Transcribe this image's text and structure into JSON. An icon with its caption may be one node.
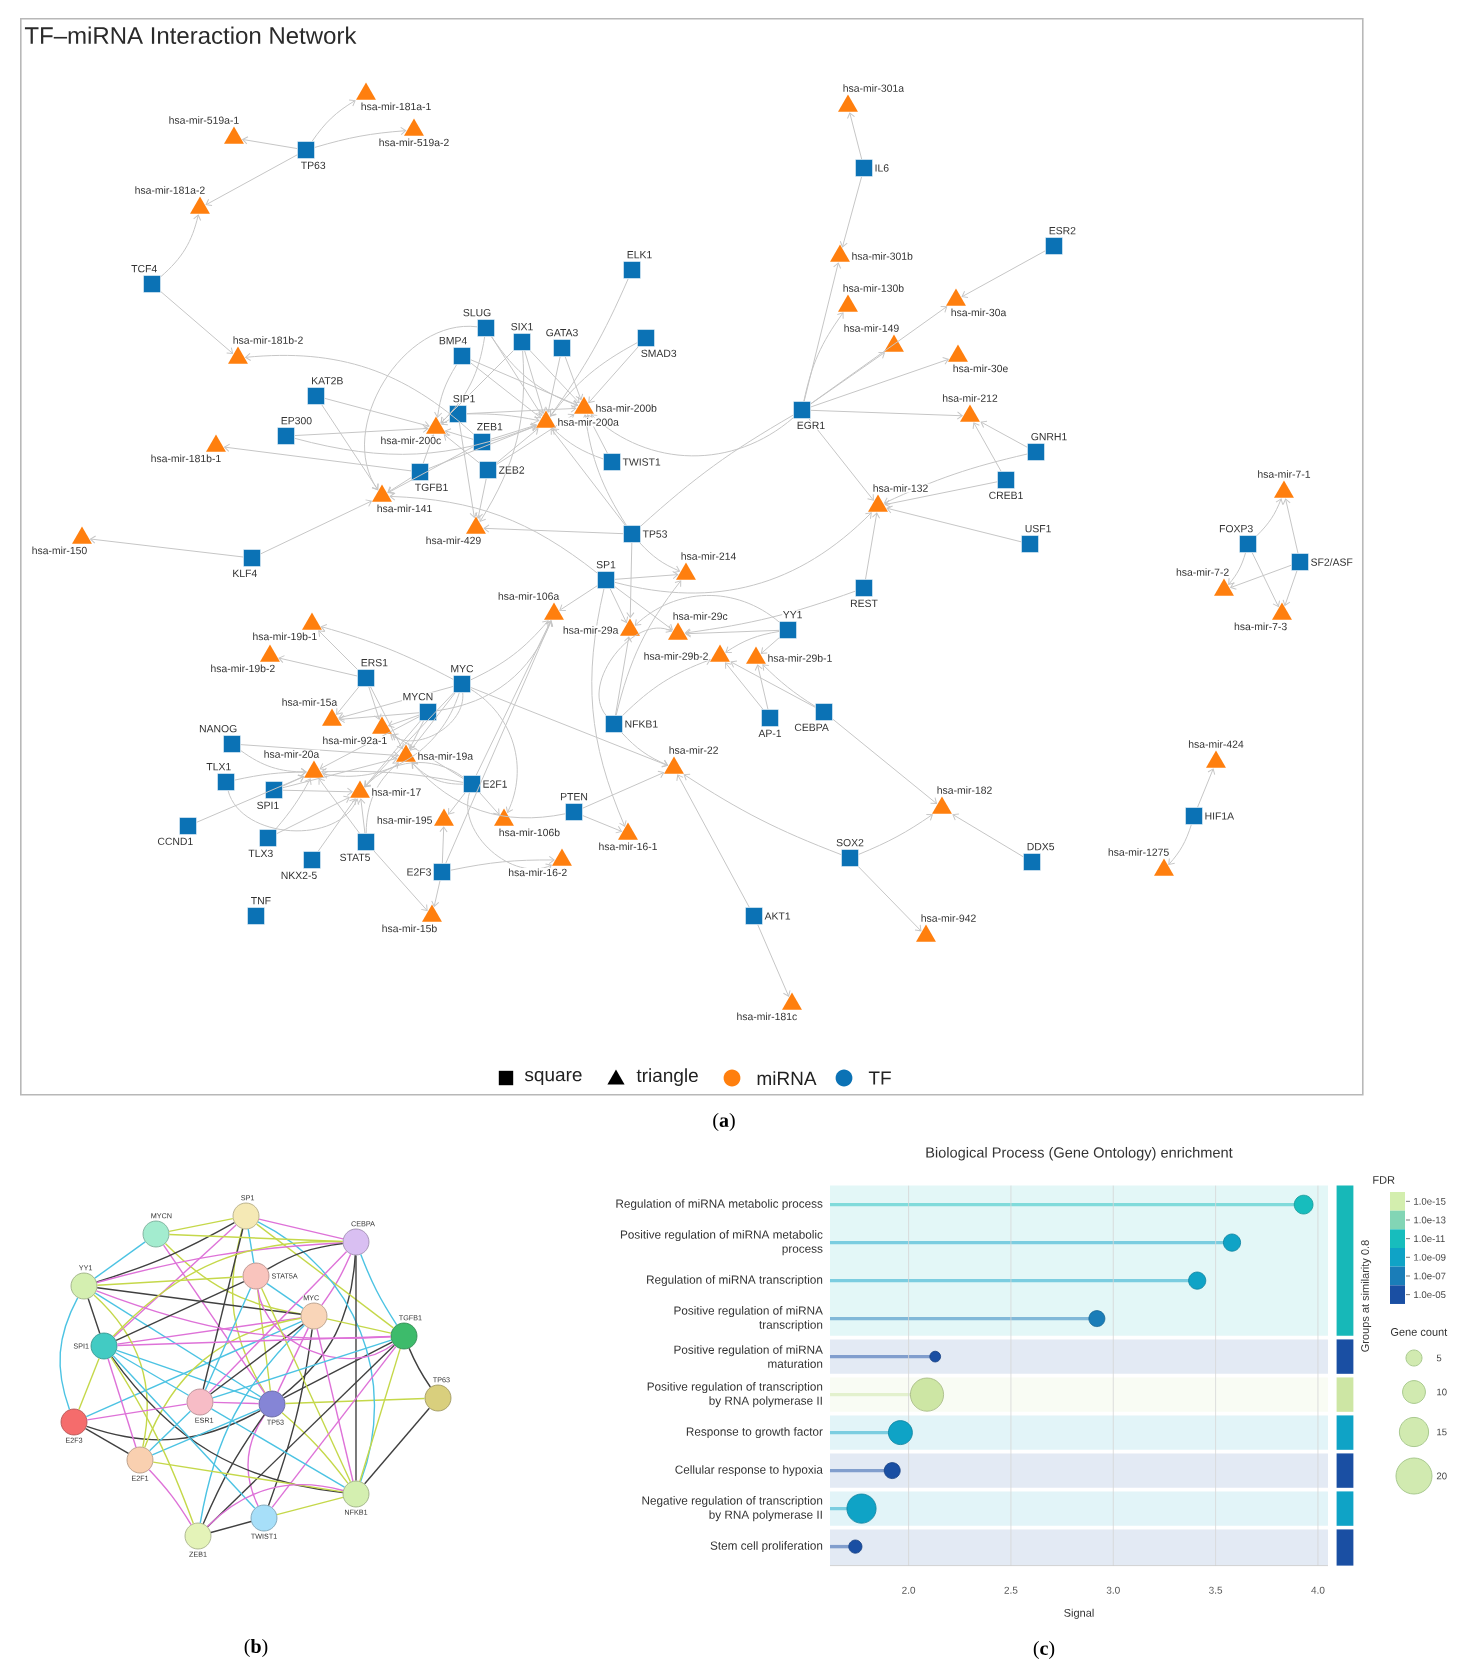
{
  "diagram": {
    "nodes": [
      {
        "text": [
          "TF–miRNA Interaction Network"
        ]
      },
      {
        "text": [
          "hsa-mir-181a-1"
        ],
        "in": 0
      },
      {
        "text": [
          "hsa-mir-519a-1"
        ],
        "in": 0
      },
      {
        "text": [
          "hsa-mir-519a-2"
        ],
        "in": 0
      },
      {
        "text": [
          "TP63"
        ],
        "in": 0
      },
      {
        "text": [
          "hsa-mir-301a"
        ],
        "in": 0
      },
      {
        "text": [
          "hsa-mir-181a-2"
        ],
        "in": 0
      },
      {
        "text": [
          "IL6"
        ],
        "in": 0
      },
      {
        "text": [
          "ESR2"
        ],
        "in": 0
      },
      {
        "text": [
          "hsa-mir-301b"
        ],
        "in": 0
      },
      {
        "text": [
          "TCF4"
        ],
        "in": 0
      },
      {
        "text": [
          "ELK1"
        ],
        "in": 0
      },
      {
        "text": [
          "hsa-mir-130b"
        ],
        "in": 0
      },
      {
        "text": [
          "hsa-mir-30a"
        ],
        "in": 0
      },
      {
        "text": [
          "SLUG"
        ],
        "in": 0
      },
      {
        "text": [
          "SMAD3"
        ],
        "in": 0
      },
      {
        "text": [
          "SIX1"
        ],
        "in": 0
      },
      {
        "text": [
          "BMP4"
        ],
        "in": 0
      },
      {
        "text": [
          "GATA3"
        ],
        "in": 0
      },
      {
        "text": [
          "hsa-mir-149"
        ],
        "in": 0
      },
      {
        "text": [
          "hsa-mir-30e"
        ],
        "in": 0
      },
      {
        "text": [
          "hsa-mir-181b-2"
        ],
        "in": 0
      },
      {
        "text": [
          "KAT2B"
        ],
        "in": 0
      },
      {
        "text": [
          "hsa-mir-200b"
        ],
        "in": 0
      },
      {
        "text": [
          "EGR1"
        ],
        "in": 0
      },
      {
        "text": [
          "SIP1"
        ],
        "in": 0
      },
      {
        "text": [
          "hsa-mir-212"
        ],
        "in": 0
      },
      {
        "text": [
          "hsa-mir-200a"
        ],
        "in": 0
      },
      {
        "text": [
          "hsa-mir-200c"
        ],
        "in": 0
      },
      {
        "text": [
          "EP300"
        ],
        "in": 0
      },
      {
        "text": [
          "GNRH1"
        ],
        "in": 0
      },
      {
        "text": [
          "ZEB1"
        ],
        "in": 0
      },
      {
        "text": [
          "hsa-mir-181b-1"
        ],
        "in": 0
      },
      {
        "text": [
          "TWIST1"
        ],
        "in": 0
      },
      {
        "text": [
          "TGFB1"
        ],
        "in": 0
      },
      {
        "text": [
          "ZEB2"
        ],
        "in": 0
      },
      {
        "text": [
          "CREB1"
        ],
        "in": 0
      },
      {
        "text": [
          "hsa-mir-141"
        ],
        "in": 0
      },
      {
        "text": [
          "hsa-mir-7-1"
        ],
        "in": 0
      },
      {
        "text": [
          "hsa-mir-132"
        ],
        "in": 0
      },
      {
        "text": [
          "hsa-mir-429"
        ],
        "in": 0
      },
      {
        "text": [
          "TP53"
        ],
        "in": 0
      },
      {
        "text": [
          "hsa-mir-150"
        ],
        "in": 0
      },
      {
        "text": [
          "FOXP3"
        ],
        "in": 0
      },
      {
        "text": [
          "USF1"
        ],
        "in": 0
      },
      {
        "text": [
          "KLF4"
        ],
        "in": 0
      },
      {
        "text": [
          "SF2/ASF"
        ],
        "in": 0
      },
      {
        "text": [
          "hsa-mir-214"
        ],
        "in": 0
      },
      {
        "text": [
          "SP1"
        ],
        "in": 0
      },
      {
        "text": [
          "REST"
        ],
        "in": 0
      },
      {
        "text": [
          "hsa-mir-7-2"
        ],
        "in": 0
      },
      {
        "text": [
          "hsa-mir-106a"
        ],
        "in": 0
      },
      {
        "text": [
          "hsa-mir-7-3"
        ],
        "in": 0
      },
      {
        "text": [
          "hsa-mir-19b-1"
        ],
        "in": 0
      },
      {
        "text": [
          "hsa-mir-29a"
        ],
        "in": 0
      },
      {
        "text": [
          "YY1"
        ],
        "in": 0
      },
      {
        "text": [
          "hsa-mir-29c"
        ],
        "in": 0
      },
      {
        "text": [
          "hsa-mir-29b-2"
        ],
        "in": 0
      },
      {
        "text": [
          "hsa-mir-29b-1"
        ],
        "in": 0
      },
      {
        "text": [
          "hsa-mir-19b-2"
        ],
        "in": 0
      },
      {
        "text": [
          "ERS1"
        ],
        "in": 0
      },
      {
        "text": [
          "MYC"
        ],
        "in": 0
      },
      {
        "text": [
          "MYCN"
        ],
        "in": 0
      },
      {
        "text": [
          "CEBPA"
        ],
        "in": 0
      },
      {
        "text": [
          "AP-1"
        ],
        "in": 0
      },
      {
        "text": [
          "hsa-mir-15a"
        ],
        "in": 0
      },
      {
        "text": [
          "hsa-mir-92a-1"
        ],
        "in": 0
      },
      {
        "text": [
          "NFKB1"
        ],
        "in": 0
      },
      {
        "text": [
          "NANOG"
        ],
        "in": 0
      },
      {
        "text": [
          "hsa-mir-19a"
        ],
        "in": 0
      },
      {
        "text": [
          "hsa-mir-424"
        ],
        "in": 0
      },
      {
        "text": [
          "hsa-mir-20a"
        ],
        "in": 0
      },
      {
        "text": [
          "hsa-mir-22"
        ],
        "in": 0
      },
      {
        "text": [
          "TLX1"
        ],
        "in": 0
      },
      {
        "text": [
          "E2F1"
        ],
        "in": 0
      },
      {
        "text": [
          "SPI1"
        ],
        "in": 0
      },
      {
        "text": [
          "hsa-mir-17"
        ],
        "in": 0
      },
      {
        "text": [
          "hsa-mir-182"
        ],
        "in": 0
      },
      {
        "text": [
          "PTEN"
        ],
        "in": 0
      },
      {
        "text": [
          "HIF1A"
        ],
        "in": 0
      },
      {
        "text": [
          "hsa-mir-195"
        ],
        "in": 0
      },
      {
        "text": [
          "hsa-mir-106b"
        ],
        "in": 0
      },
      {
        "text": [
          "CCND1"
        ],
        "in": 0
      },
      {
        "text": [
          "TLX3"
        ],
        "in": 0
      },
      {
        "text": [
          "hsa-mir-16-1"
        ],
        "in": 0
      },
      {
        "text": [
          "STAT5"
        ],
        "in": 0
      },
      {
        "text": [
          "hsa-mir-1275"
        ],
        "in": 0
      },
      {
        "text": [
          "DDX5"
        ],
        "in": 0
      },
      {
        "text": [
          "SOX2"
        ],
        "in": 0
      },
      {
        "text": [
          "hsa-mir-16-2"
        ],
        "in": 0
      },
      {
        "text": [
          "E2F3"
        ],
        "in": 0
      },
      {
        "text": [
          "NKX2-5"
        ],
        "in": 0
      },
      {
        "text": [
          "TNF"
        ],
        "in": 0
      },
      {
        "text": [
          "hsa-mir-15b"
        ],
        "in": 0
      },
      {
        "text": [
          "AKT1"
        ],
        "in": 0
      },
      {
        "text": [
          "hsa-mir-942"
        ],
        "in": 0
      },
      {
        "text": [
          "hsa-mir-181c"
        ],
        "in": 0
      },
      {
        "text": [
          "SP1"
        ]
      },
      {
        "text": [
          "MYCN"
        ]
      },
      {
        "text": [
          "CEBPA"
        ]
      },
      {
        "text": [
          "YY1"
        ]
      },
      {
        "text": [
          "STAT5A"
        ]
      },
      {
        "text": [
          "MYC"
        ]
      },
      {
        "text": [
          "TGFB1"
        ]
      },
      {
        "text": [
          "SPI1"
        ]
      },
      {
        "text": [
          "TP63"
        ]
      },
      {
        "text": [
          "ESR1"
        ]
      },
      {
        "text": [
          "TP53"
        ]
      },
      {
        "text": [
          "E2F3"
        ]
      },
      {
        "text": [
          "E2F1"
        ]
      },
      {
        "text": [
          "NFKB1"
        ]
      },
      {
        "text": [
          "TWIST1"
        ]
      },
      {
        "text": [
          "ZEB1"
        ]
      }
    ],
    "edges": [
      {
        "from": 4,
        "to": 1,
        "arrow": "to"
      },
      {
        "from": 4,
        "to": 2,
        "arrow": "to"
      },
      {
        "from": 4,
        "to": 3,
        "arrow": "to"
      },
      {
        "from": 4,
        "to": 6,
        "arrow": "to"
      },
      {
        "from": 10,
        "to": 6,
        "arrow": "to"
      },
      {
        "from": 10,
        "to": 21,
        "arrow": "to"
      },
      {
        "from": 7,
        "to": 5,
        "arrow": "to"
      },
      {
        "from": 7,
        "to": 9,
        "arrow": "to"
      },
      {
        "from": 8,
        "to": 13,
        "arrow": "to"
      },
      {
        "from": 24,
        "to": 9,
        "arrow": "to"
      },
      {
        "from": 24,
        "to": 12,
        "arrow": "to"
      },
      {
        "from": 24,
        "to": 19,
        "arrow": "to"
      },
      {
        "from": 24,
        "to": 13,
        "arrow": "to"
      },
      {
        "from": 24,
        "to": 20,
        "arrow": "to"
      },
      {
        "from": 24,
        "to": 26,
        "arrow": "to"
      },
      {
        "from": 24,
        "to": 39,
        "arrow": "to"
      },
      {
        "from": 24,
        "to": 23,
        "arrow": "to"
      },
      {
        "from": 24,
        "to": 41,
        "arrow": "none"
      },
      {
        "from": 30,
        "to": 26,
        "arrow": "to"
      },
      {
        "from": 30,
        "to": 39,
        "arrow": "to"
      },
      {
        "from": 36,
        "to": 26,
        "arrow": "to"
      },
      {
        "from": 36,
        "to": 39,
        "arrow": "to"
      },
      {
        "from": 44,
        "to": 39,
        "arrow": "to"
      },
      {
        "from": 49,
        "to": 39,
        "arrow": "to"
      },
      {
        "from": 49,
        "to": 56,
        "arrow": "to"
      },
      {
        "from": 48,
        "to": 39,
        "arrow": "to"
      },
      {
        "from": 11,
        "to": 27,
        "arrow": "to"
      },
      {
        "from": 15,
        "to": 27,
        "arrow": "to"
      },
      {
        "from": 15,
        "to": 23,
        "arrow": "to"
      },
      {
        "from": 18,
        "to": 27,
        "arrow": "to"
      },
      {
        "from": 18,
        "to": 23,
        "arrow": "to"
      },
      {
        "from": 16,
        "to": 23,
        "arrow": "to"
      },
      {
        "from": 16,
        "to": 27,
        "arrow": "to"
      },
      {
        "from": 16,
        "to": 28,
        "arrow": "to"
      },
      {
        "from": 16,
        "to": 40,
        "arrow": "to"
      },
      {
        "from": 14,
        "to": 28,
        "arrow": "to"
      },
      {
        "from": 14,
        "to": 27,
        "arrow": "to"
      },
      {
        "from": 14,
        "to": 23,
        "arrow": "to"
      },
      {
        "from": 14,
        "to": 37,
        "arrow": "to"
      },
      {
        "from": 17,
        "to": 27,
        "arrow": "to"
      },
      {
        "from": 17,
        "to": 23,
        "arrow": "to"
      },
      {
        "from": 17,
        "to": 28,
        "arrow": "to"
      },
      {
        "from": 25,
        "to": 28,
        "arrow": "to"
      },
      {
        "from": 25,
        "to": 27,
        "arrow": "to"
      },
      {
        "from": 25,
        "to": 23,
        "arrow": "to"
      },
      {
        "from": 25,
        "to": 40,
        "arrow": "to"
      },
      {
        "from": 31,
        "to": 28,
        "arrow": "to"
      },
      {
        "from": 31,
        "to": 27,
        "arrow": "to"
      },
      {
        "from": 31,
        "to": 37,
        "arrow": "to"
      },
      {
        "from": 31,
        "to": 21,
        "arrow": "to"
      },
      {
        "from": 35,
        "to": 28,
        "arrow": "to"
      },
      {
        "from": 35,
        "to": 27,
        "arrow": "to"
      },
      {
        "from": 35,
        "to": 23,
        "arrow": "to"
      },
      {
        "from": 35,
        "to": 40,
        "arrow": "to"
      },
      {
        "from": 34,
        "to": 28,
        "arrow": "to"
      },
      {
        "from": 34,
        "to": 27,
        "arrow": "to"
      },
      {
        "from": 34,
        "to": 37,
        "arrow": "to"
      },
      {
        "from": 34,
        "to": 32,
        "arrow": "to"
      },
      {
        "from": 33,
        "to": 27,
        "arrow": "to"
      },
      {
        "from": 33,
        "to": 23,
        "arrow": "to"
      },
      {
        "from": 22,
        "to": 37,
        "arrow": "to"
      },
      {
        "from": 22,
        "to": 28,
        "arrow": "to"
      },
      {
        "from": 29,
        "to": 28,
        "arrow": "to"
      },
      {
        "from": 29,
        "to": 27,
        "arrow": "to"
      },
      {
        "from": 41,
        "to": 27,
        "arrow": "to"
      },
      {
        "from": 41,
        "to": 23,
        "arrow": "to"
      },
      {
        "from": 41,
        "to": 40,
        "arrow": "to"
      },
      {
        "from": 41,
        "to": 47,
        "arrow": "to"
      },
      {
        "from": 41,
        "to": 54,
        "arrow": "to"
      },
      {
        "from": 45,
        "to": 42,
        "arrow": "to"
      },
      {
        "from": 45,
        "to": 37,
        "arrow": "to"
      },
      {
        "from": 48,
        "to": 51,
        "arrow": "to"
      },
      {
        "from": 48,
        "to": 54,
        "arrow": "to"
      },
      {
        "from": 48,
        "to": 56,
        "arrow": "to"
      },
      {
        "from": 48,
        "to": 47,
        "arrow": "to"
      },
      {
        "from": 48,
        "to": 37,
        "arrow": "to"
      },
      {
        "from": 48,
        "to": 84,
        "arrow": "to"
      },
      {
        "from": 55,
        "to": 54,
        "arrow": "to"
      },
      {
        "from": 55,
        "to": 56,
        "arrow": "to"
      },
      {
        "from": 55,
        "to": 57,
        "arrow": "to"
      },
      {
        "from": 55,
        "to": 58,
        "arrow": "to"
      },
      {
        "from": 63,
        "to": 58,
        "arrow": "to"
      },
      {
        "from": 63,
        "to": 57,
        "arrow": "to"
      },
      {
        "from": 63,
        "to": 77,
        "arrow": "to"
      },
      {
        "from": 64,
        "to": 58,
        "arrow": "to"
      },
      {
        "from": 64,
        "to": 57,
        "arrow": "to"
      },
      {
        "from": 67,
        "to": 54,
        "arrow": "to"
      },
      {
        "from": 67,
        "to": 56,
        "arrow": "to"
      },
      {
        "from": 67,
        "to": 57,
        "arrow": "to"
      },
      {
        "from": 67,
        "to": 72,
        "arrow": "to"
      },
      {
        "from": 67,
        "to": 47,
        "arrow": "to"
      },
      {
        "from": 61,
        "to": 51,
        "arrow": "to"
      },
      {
        "from": 61,
        "to": 76,
        "arrow": "to"
      },
      {
        "from": 61,
        "to": 69,
        "arrow": "to"
      },
      {
        "from": 61,
        "to": 71,
        "arrow": "to"
      },
      {
        "from": 61,
        "to": 66,
        "arrow": "to"
      },
      {
        "from": 61,
        "to": 65,
        "arrow": "to"
      },
      {
        "from": 61,
        "to": 53,
        "arrow": "to"
      },
      {
        "from": 61,
        "to": 72,
        "arrow": "to"
      },
      {
        "from": 61,
        "to": 81,
        "arrow": "to"
      },
      {
        "from": 62,
        "to": 76,
        "arrow": "to"
      },
      {
        "from": 62,
        "to": 69,
        "arrow": "to"
      },
      {
        "from": 62,
        "to": 71,
        "arrow": "to"
      },
      {
        "from": 62,
        "to": 66,
        "arrow": "to"
      },
      {
        "from": 62,
        "to": 65,
        "arrow": "to"
      },
      {
        "from": 62,
        "to": 51,
        "arrow": "to"
      },
      {
        "from": 60,
        "to": 69,
        "arrow": "to"
      },
      {
        "from": 60,
        "to": 66,
        "arrow": "to"
      },
      {
        "from": 60,
        "to": 65,
        "arrow": "to"
      },
      {
        "from": 60,
        "to": 53,
        "arrow": "to"
      },
      {
        "from": 60,
        "to": 59,
        "arrow": "to"
      },
      {
        "from": 74,
        "to": 76,
        "arrow": "to"
      },
      {
        "from": 74,
        "to": 69,
        "arrow": "to"
      },
      {
        "from": 74,
        "to": 71,
        "arrow": "to"
      },
      {
        "from": 74,
        "to": 66,
        "arrow": "to"
      },
      {
        "from": 74,
        "to": 51,
        "arrow": "to"
      },
      {
        "from": 74,
        "to": 81,
        "arrow": "to"
      },
      {
        "from": 74,
        "to": 80,
        "arrow": "to"
      },
      {
        "from": 74,
        "to": 89,
        "arrow": "to"
      },
      {
        "from": 90,
        "to": 93,
        "arrow": "to"
      },
      {
        "from": 90,
        "to": 89,
        "arrow": "to"
      },
      {
        "from": 90,
        "to": 80,
        "arrow": "to"
      },
      {
        "from": 90,
        "to": 51,
        "arrow": "to"
      },
      {
        "from": 85,
        "to": 93,
        "arrow": "to"
      },
      {
        "from": 85,
        "to": 76,
        "arrow": "to"
      },
      {
        "from": 85,
        "to": 71,
        "arrow": "to"
      },
      {
        "from": 85,
        "to": 69,
        "arrow": "to"
      },
      {
        "from": 68,
        "to": 71,
        "arrow": "to"
      },
      {
        "from": 68,
        "to": 69,
        "arrow": "to"
      },
      {
        "from": 73,
        "to": 76,
        "arrow": "to"
      },
      {
        "from": 73,
        "to": 71,
        "arrow": "to"
      },
      {
        "from": 75,
        "to": 76,
        "arrow": "to"
      },
      {
        "from": 75,
        "to": 71,
        "arrow": "to"
      },
      {
        "from": 75,
        "to": 69,
        "arrow": "to"
      },
      {
        "from": 83,
        "to": 76,
        "arrow": "to"
      },
      {
        "from": 83,
        "to": 71,
        "arrow": "to"
      },
      {
        "from": 82,
        "to": 71,
        "arrow": "to"
      },
      {
        "from": 91,
        "to": 76,
        "arrow": "to"
      },
      {
        "from": 78,
        "to": 72,
        "arrow": "to"
      },
      {
        "from": 78,
        "to": 84,
        "arrow": "to"
      },
      {
        "from": 78,
        "to": 69,
        "arrow": "to"
      },
      {
        "from": 88,
        "to": 77,
        "arrow": "to"
      },
      {
        "from": 88,
        "to": 95,
        "arrow": "to"
      },
      {
        "from": 88,
        "to": 72,
        "arrow": "to"
      },
      {
        "from": 87,
        "to": 77,
        "arrow": "to"
      },
      {
        "from": 94,
        "to": 72,
        "arrow": "to"
      },
      {
        "from": 94,
        "to": 96,
        "arrow": "to"
      },
      {
        "from": 79,
        "to": 70,
        "arrow": "to"
      },
      {
        "from": 79,
        "to": 86,
        "arrow": "to"
      },
      {
        "from": 43,
        "to": 38,
        "arrow": "to"
      },
      {
        "from": 43,
        "to": 50,
        "arrow": "to"
      },
      {
        "from": 43,
        "to": 52,
        "arrow": "to"
      },
      {
        "from": 46,
        "to": 38,
        "arrow": "to"
      },
      {
        "from": 46,
        "to": 50,
        "arrow": "to"
      },
      {
        "from": 46,
        "to": 52,
        "arrow": "to"
      },
      {
        "from": 107,
        "to": 97,
        "arrow": "none",
        "color": "#c5d84a"
      },
      {
        "from": 107,
        "to": 98,
        "arrow": "none",
        "color": "#de72d8"
      },
      {
        "from": 107,
        "to": 99,
        "arrow": "none",
        "color": "#404040"
      },
      {
        "from": 107,
        "to": 100,
        "arrow": "none",
        "color": "#4cc3e3"
      },
      {
        "from": 107,
        "to": 101,
        "arrow": "none",
        "color": "#c5d84a"
      },
      {
        "from": 107,
        "to": 102,
        "arrow": "none",
        "color": "#de72d8"
      },
      {
        "from": 107,
        "to": 103,
        "arrow": "none",
        "color": "#404040"
      },
      {
        "from": 107,
        "to": 104,
        "arrow": "none",
        "color": "#4cc3e3"
      },
      {
        "from": 107,
        "to": 105,
        "arrow": "none",
        "color": "#c5d84a"
      },
      {
        "from": 107,
        "to": 106,
        "arrow": "none",
        "color": "#de72d8"
      },
      {
        "from": 107,
        "to": 108,
        "arrow": "none",
        "color": "#404040"
      },
      {
        "from": 107,
        "to": 109,
        "arrow": "none",
        "color": "#4cc3e3"
      },
      {
        "from": 107,
        "to": 110,
        "arrow": "none",
        "color": "#c5d84a"
      },
      {
        "from": 107,
        "to": 111,
        "arrow": "none",
        "color": "#de72d8"
      },
      {
        "from": 107,
        "to": 112,
        "arrow": "none",
        "color": "#404040"
      },
      {
        "from": 102,
        "to": 98,
        "arrow": "none",
        "color": "#c5d84a"
      },
      {
        "from": 102,
        "to": 99,
        "arrow": "none",
        "color": "#de72d8"
      },
      {
        "from": 102,
        "to": 100,
        "arrow": "none",
        "color": "#404040"
      },
      {
        "from": 102,
        "to": 101,
        "arrow": "none",
        "color": "#4cc3e3"
      },
      {
        "from": 102,
        "to": 103,
        "arrow": "none",
        "color": "#c5d84a"
      },
      {
        "from": 102,
        "to": 104,
        "arrow": "none",
        "color": "#de72d8"
      },
      {
        "from": 102,
        "to": 106,
        "arrow": "none",
        "color": "#404040"
      },
      {
        "from": 102,
        "to": 108,
        "arrow": "none",
        "color": "#4cc3e3"
      },
      {
        "from": 102,
        "to": 109,
        "arrow": "none",
        "color": "#c5d84a"
      },
      {
        "from": 102,
        "to": 110,
        "arrow": "none",
        "color": "#de72d8"
      },
      {
        "from": 102,
        "to": 111,
        "arrow": "none",
        "color": "#404040"
      },
      {
        "from": 102,
        "to": 112,
        "arrow": "none",
        "color": "#4cc3e3"
      },
      {
        "from": 97,
        "to": 98,
        "arrow": "none",
        "color": "#c5d84a"
      },
      {
        "from": 97,
        "to": 99,
        "arrow": "none",
        "color": "#de72d8"
      },
      {
        "from": 97,
        "to": 100,
        "arrow": "none",
        "color": "#404040"
      },
      {
        "from": 97,
        "to": 101,
        "arrow": "none",
        "color": "#4cc3e3"
      },
      {
        "from": 97,
        "to": 103,
        "arrow": "none",
        "color": "#c5d84a"
      },
      {
        "from": 97,
        "to": 104,
        "arrow": "none",
        "color": "#de72d8"
      },
      {
        "from": 97,
        "to": 106,
        "arrow": "none",
        "color": "#404040"
      },
      {
        "from": 97,
        "to": 110,
        "arrow": "none",
        "color": "#4cc3e3"
      },
      {
        "from": 99,
        "to": 98,
        "arrow": "none",
        "color": "#c5d84a"
      },
      {
        "from": 99,
        "to": 100,
        "arrow": "none",
        "color": "#de72d8"
      },
      {
        "from": 99,
        "to": 101,
        "arrow": "none",
        "color": "#404040"
      },
      {
        "from": 99,
        "to": 103,
        "arrow": "none",
        "color": "#4cc3e3"
      },
      {
        "from": 99,
        "to": 104,
        "arrow": "none",
        "color": "#c5d84a"
      },
      {
        "from": 99,
        "to": 106,
        "arrow": "none",
        "color": "#de72d8"
      },
      {
        "from": 99,
        "to": 110,
        "arrow": "none",
        "color": "#404040"
      },
      {
        "from": 100,
        "to": 98,
        "arrow": "none",
        "color": "#4cc3e3"
      },
      {
        "from": 100,
        "to": 101,
        "arrow": "none",
        "color": "#c5d84a"
      },
      {
        "from": 100,
        "to": 103,
        "arrow": "none",
        "color": "#de72d8"
      },
      {
        "from": 100,
        "to": 104,
        "arrow": "none",
        "color": "#404040"
      },
      {
        "from": 100,
        "to": 108,
        "arrow": "none",
        "color": "#4cc3e3"
      },
      {
        "from": 100,
        "to": 109,
        "arrow": "none",
        "color": "#c5d84a"
      },
      {
        "from": 101,
        "to": 103,
        "arrow": "none",
        "color": "#de72d8"
      },
      {
        "from": 101,
        "to": 104,
        "arrow": "none",
        "color": "#404040"
      },
      {
        "from": 101,
        "to": 106,
        "arrow": "none",
        "color": "#4cc3e3"
      },
      {
        "from": 101,
        "to": 110,
        "arrow": "none",
        "color": "#c5d84a"
      },
      {
        "from": 103,
        "to": 104,
        "arrow": "none",
        "color": "#de72d8"
      },
      {
        "from": 103,
        "to": 105,
        "arrow": "none",
        "color": "#404040"
      },
      {
        "from": 103,
        "to": 106,
        "arrow": "none",
        "color": "#4cc3e3"
      },
      {
        "from": 103,
        "to": 110,
        "arrow": "none",
        "color": "#c5d84a"
      },
      {
        "from": 103,
        "to": 111,
        "arrow": "none",
        "color": "#de72d8"
      },
      {
        "from": 103,
        "to": 112,
        "arrow": "none",
        "color": "#404040"
      },
      {
        "from": 104,
        "to": 106,
        "arrow": "none",
        "color": "#4cc3e3"
      },
      {
        "from": 104,
        "to": 108,
        "arrow": "none",
        "color": "#c5d84a"
      },
      {
        "from": 104,
        "to": 109,
        "arrow": "none",
        "color": "#de72d8"
      },
      {
        "from": 104,
        "to": 110,
        "arrow": "none",
        "color": "#404040"
      },
      {
        "from": 104,
        "to": 111,
        "arrow": "none",
        "color": "#4cc3e3"
      },
      {
        "from": 104,
        "to": 112,
        "arrow": "none",
        "color": "#c5d84a"
      },
      {
        "from": 108,
        "to": 106,
        "arrow": "none",
        "color": "#de72d8"
      },
      {
        "from": 108,
        "to": 109,
        "arrow": "none",
        "color": "#404040"
      },
      {
        "from": 109,
        "to": 106,
        "arrow": "none",
        "color": "#4cc3e3"
      },
      {
        "from": 109,
        "to": 110,
        "arrow": "none",
        "color": "#c5d84a"
      },
      {
        "from": 109,
        "to": 112,
        "arrow": "none",
        "color": "#de72d8"
      },
      {
        "from": 110,
        "to": 105,
        "arrow": "none",
        "color": "#404040"
      },
      {
        "from": 110,
        "to": 106,
        "arrow": "none",
        "color": "#4cc3e3"
      },
      {
        "from": 110,
        "to": 111,
        "arrow": "none",
        "color": "#c5d84a"
      },
      {
        "from": 110,
        "to": 112,
        "arrow": "none",
        "color": "#de72d8"
      },
      {
        "from": 111,
        "to": 112,
        "arrow": "none",
        "color": "#404040"
      }
    ],
    "labels": [
      "(**a**)",
      "FDR",
      "Gene count",
      "Groups at similarity 0.8",
      "(**b**)",
      "(**c**)"
    ],
    "legend": [
      {
        "text": "square"
      },
      {
        "text": "triangle"
      },
      {
        "text": "miRNA",
        "color": "#ff7f0e"
      },
      {
        "text": "TF",
        "color": "#0b72b5"
      },
      {
        "text": "1.0e-15",
        "color": "#d3eeae"
      },
      {
        "text": "1.0e-13",
        "color": "#82d5b5"
      },
      {
        "text": "1.0e-11",
        "color": "#17bdbd"
      },
      {
        "text": "1.0e-09",
        "color": "#0fa3c6"
      },
      {
        "text": "1.0e-07",
        "color": "#1a7db8"
      },
      {
        "text": "1.0e-05",
        "color": "#1a4fa3"
      },
      {
        "text": "5"
      },
      {
        "text": "10"
      },
      {
        "text": "15"
      },
      {
        "text": "20"
      }
    ],
    "chart_data": {
      "type": "scatter",
      "orientation": "horizontal",
      "title": "Biological Process (Gene Ontology) enrichment",
      "xlabel": "Signal",
      "categories": [
        "Regulation of miRNA metabolic process",
        "Positive regulation of miRNA metabolic process",
        "Regulation of miRNA transcription",
        "Positive regulation of miRNA transcription",
        "Positive regulation of miRNA maturation",
        "Positive regulation of transcription by RNA polymerase II",
        "Response to growth factor",
        "Cellular response to hypoxia",
        "Negative regulation of transcription by RNA polymerase II",
        "Stem cell proliferation"
      ],
      "series": [
        {
          "color": "#17bdbd",
          "values": [
            3.93,
            null,
            null,
            null,
            null,
            null,
            null,
            null,
            null,
            null
          ]
        },
        {
          "color": "#0fa3c6",
          "values": [
            null,
            3.58,
            3.41,
            null,
            null,
            null,
            null,
            null,
            null,
            null
          ]
        },
        {
          "color": "#0fa3c6",
          "values": [
            null,
            null,
            null,
            null,
            null,
            null,
            1.96,
            null,
            null,
            null
          ]
        },
        {
          "color": "#0fa3c6",
          "values": [
            null,
            null,
            null,
            null,
            null,
            null,
            null,
            null,
            1.77,
            null
          ]
        },
        {
          "color": "#1a7db8",
          "values": [
            null,
            null,
            null,
            2.92,
            null,
            null,
            null,
            null,
            null,
            null
          ]
        },
        {
          "color": "#1a4fa3",
          "values": [
            null,
            null,
            null,
            null,
            2.13,
            null,
            null,
            null,
            null,
            null
          ]
        },
        {
          "color": "#1a4fa3",
          "values": [
            null,
            null,
            null,
            null,
            null,
            null,
            null,
            1.92,
            null,
            null
          ]
        },
        {
          "color": "#1a4fa3",
          "values": [
            null,
            null,
            null,
            null,
            null,
            null,
            null,
            null,
            null,
            1.74
          ]
        },
        {
          "color": "#cde6a4",
          "values": [
            null,
            null,
            null,
            null,
            null,
            2.09,
            null,
            null,
            null,
            null
          ]
        }
      ],
      "xlim": [
        1.616,
        4.049
      ],
      "xticks": [
        {
          "value": 2,
          "label": "2.0"
        },
        {
          "value": 2.5,
          "label": "2.5"
        },
        {
          "value": 3,
          "label": "3.0"
        },
        {
          "value": 3.5,
          "label": "3.5"
        },
        {
          "value": 4,
          "label": "4.0"
        }
      ],
      "grid": true
    }
  }
}
